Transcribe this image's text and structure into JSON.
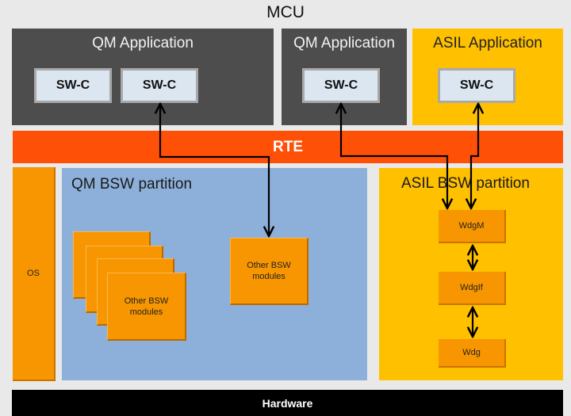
{
  "diagram": {
    "title": "MCU",
    "applications": [
      {
        "label": "QM Application",
        "components": [
          "SW-C",
          "SW-C"
        ],
        "kind": "qm"
      },
      {
        "label": "QM Application",
        "components": [
          "SW-C"
        ],
        "kind": "qm"
      },
      {
        "label": "ASIL Application",
        "components": [
          "SW-C"
        ],
        "kind": "asil"
      }
    ],
    "rte": "RTE",
    "os": "OS",
    "qm_bsw": {
      "label": "QM BSW partition",
      "stacked_modules_label": "Other BSW\nmodules",
      "module_label": "Other BSW\nmodules"
    },
    "asil_bsw": {
      "label": "ASIL BSW partition",
      "modules": [
        "WdgM",
        "WdgIf",
        "Wdg"
      ]
    },
    "hardware": "Hardware",
    "connections": [
      {
        "from": "QM Application SW-C (2)",
        "to": "QM BSW Other BSW modules",
        "type": "bidirectional"
      },
      {
        "from": "QM Application SW-C",
        "to": "WdgM",
        "type": "bidirectional"
      },
      {
        "from": "ASIL Application SW-C",
        "to": "WdgM",
        "type": "bidirectional"
      },
      {
        "from": "WdgM",
        "to": "WdgIf",
        "type": "bidirectional"
      },
      {
        "from": "WdgIf",
        "to": "Wdg",
        "type": "bidirectional"
      }
    ],
    "colors": {
      "qm_app": "#4d4d4d",
      "asil": "#ffc000",
      "rte": "#ff5008",
      "qm_bsw": "#8db0da",
      "module": "#f79600",
      "swc": "#dbe6f1",
      "hardware": "#000000"
    }
  }
}
